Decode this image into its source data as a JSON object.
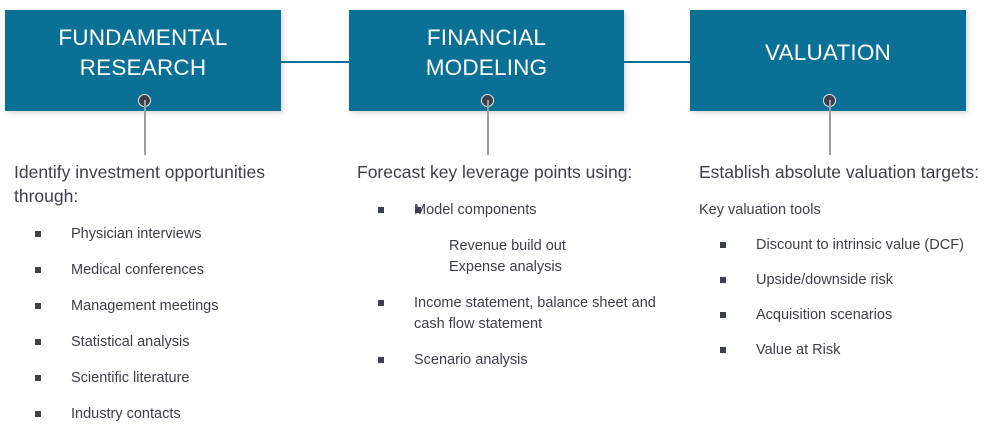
{
  "theme": {
    "box_fill": "#0b7095",
    "box_text": "#ffffff",
    "connector_line": "#0b7095",
    "leader_line": "#9c9da1",
    "leader_dot": "#3b4049",
    "body_text": "#3b4049",
    "background": "#ffffff"
  },
  "stages": [
    {
      "title": "FUNDAMENTAL\nRESEARCH",
      "heading": "Identify investment opportunities through:",
      "subheading": null,
      "bullets": [
        {
          "text": "Physician interviews",
          "children": []
        },
        {
          "text": "Medical conferences",
          "children": []
        },
        {
          "text": "Management meetings",
          "children": []
        },
        {
          "text": "Statistical analysis",
          "children": []
        },
        {
          "text": "Scientific literature",
          "children": []
        },
        {
          "text": "Industry contacts",
          "children": []
        }
      ]
    },
    {
      "title": "FINANCIAL\nMODELING",
      "heading": "Forecast key leverage points using:",
      "subheading": null,
      "bullets": [
        {
          "text": "Model components",
          "children": [
            {
              "text": "Revenue build out"
            },
            {
              "text": "Expense analysis"
            }
          ]
        },
        {
          "text": "Income statement, balance sheet and cash flow statement",
          "children": []
        },
        {
          "text": "Scenario analysis",
          "children": []
        }
      ]
    },
    {
      "title": "VALUATION",
      "heading": "Establish absolute valuation targets:",
      "subheading": "Key valuation tools",
      "bullets": [
        {
          "text": "Discount to intrinsic value (DCF)",
          "children": []
        },
        {
          "text": "Upside/downside risk",
          "children": []
        },
        {
          "text": "Acquisition scenarios",
          "children": []
        },
        {
          "text": "Value at Risk",
          "children": []
        }
      ]
    }
  ]
}
